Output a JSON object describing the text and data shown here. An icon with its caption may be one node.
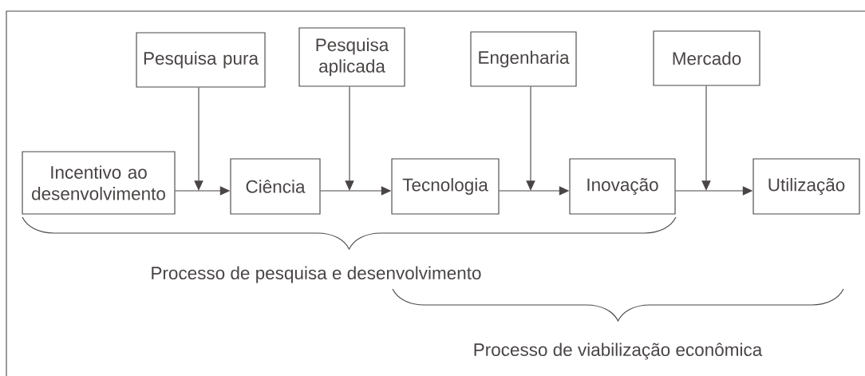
{
  "diagram": {
    "nodes": [
      {
        "text": [
          "Pesquisa pura"
        ]
      },
      {
        "text": [
          "Pesquisa aplicada"
        ]
      },
      {
        "text": [
          "Engenharia"
        ]
      },
      {
        "text": [
          "Mercado"
        ]
      },
      {
        "text": [
          "Incentivo ao desenvolvimento"
        ]
      },
      {
        "text": [
          "Ciência"
        ]
      },
      {
        "text": [
          "Tecnologia"
        ]
      },
      {
        "text": [
          "Inovação"
        ]
      },
      {
        "text": [
          "Utilização"
        ]
      }
    ],
    "edges": [
      {
        "from": 4,
        "to": 5,
        "arrow": "to"
      },
      {
        "from": 5,
        "to": 6,
        "arrow": "to"
      },
      {
        "from": 6,
        "to": 7,
        "arrow": "to"
      },
      {
        "from": 7,
        "to": 8,
        "arrow": "to"
      },
      {
        "from": 0,
        "to": null,
        "arrow": "to"
      },
      {
        "from": 1,
        "to": null,
        "arrow": "to"
      },
      {
        "from": 2,
        "to": null,
        "arrow": "to"
      },
      {
        "from": 3,
        "to": null,
        "arrow": "to"
      }
    ],
    "labels": [
      "Processo de pesquisa e desenvolvimento",
      "Processo de viabilização econômica"
    ]
  }
}
